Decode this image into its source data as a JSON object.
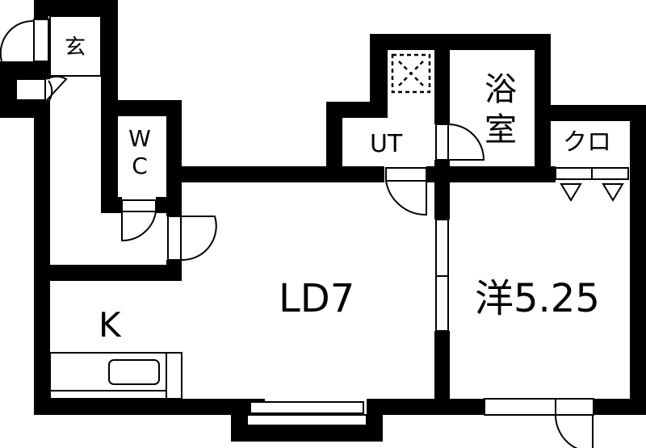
{
  "floor_plan": {
    "colors": {
      "wall": "#000000",
      "background": "#ffffff"
    },
    "rooms": {
      "genkan": {
        "label": "玄",
        "meaning": "Entrance"
      },
      "wc": {
        "label": "WC"
      },
      "ut": {
        "label": "UT"
      },
      "bath": {
        "label": "浴室"
      },
      "closet": {
        "label": "クロ"
      },
      "ld": {
        "label": "LD7"
      },
      "western": {
        "label": "洋5.25"
      },
      "kitchen": {
        "label": "K"
      }
    }
  }
}
